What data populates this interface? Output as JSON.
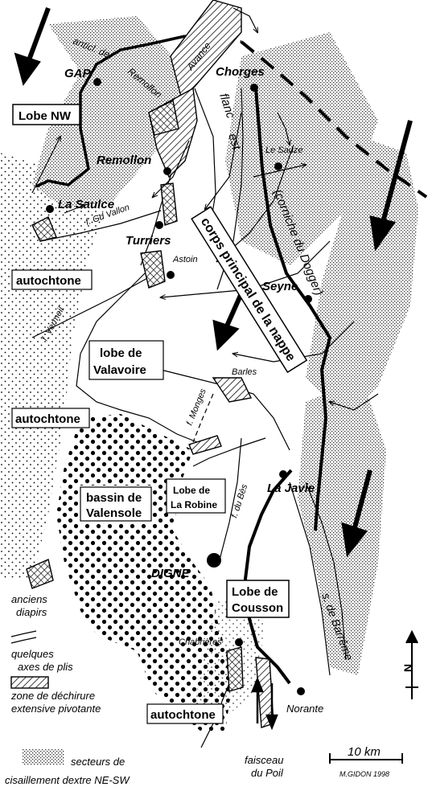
{
  "places": {
    "gap": "GAP",
    "chorges": "Chorges",
    "remollon": "Remollon",
    "la_saulce": "La Saulce",
    "turriers": "Turriers",
    "astoin": "Astoin",
    "seyne": "Seyne",
    "barles": "Barles",
    "la_javie": "La Javie",
    "digne": "DIGNE",
    "chabrieres": "Chabrières",
    "norante": "Norante",
    "le_sauze": "Le Sauze"
  },
  "structures": {
    "anticl": "anticl. de",
    "remollon_small": "Remollon",
    "avance": "Avance",
    "flanc": "flanc",
    "est": "est",
    "f_gd_vallon": "f. Gd Vallon",
    "corps": "corps principal de la nappe",
    "corniche": "(corniche du Dogger)",
    "f_vermeil": "f. Vermeil",
    "f_monges": "f. Monges",
    "f_du_bes": "f. du Bès",
    "s_barreme": "s. de Barrême",
    "faisceau": "faisceau",
    "du_poil": "du Poil"
  },
  "boxes": {
    "lobe_nw": "Lobe NW",
    "autochtone_1": "autochtone",
    "lobe_valavoire_1": "lobe de",
    "lobe_valavoire_2": "Valavoire",
    "autochtone_2": "autochtone",
    "bassin_1": "bassin de",
    "bassin_2": "Valensole",
    "lobe_robine_1": "Lobe de",
    "lobe_robine_2": "La Robine",
    "lobe_cousson_1": "Lobe de",
    "lobe_cousson_2": "Cousson",
    "autochtone_3": "autochtone"
  },
  "legend": {
    "diapirs_1": "anciens",
    "diapirs_2": "diapirs",
    "plis_1": "quelques",
    "plis_2": "axes de plis",
    "dechirure_1": "zone de déchirure",
    "dechirure_2": "extensive pivotante",
    "cisaillement_1": "secteurs de",
    "cisaillement_2": "cisaillement dextre NE-SW"
  },
  "scale": {
    "label": "10 km"
  },
  "credit": "M.GIDON 1998",
  "north": "N"
}
